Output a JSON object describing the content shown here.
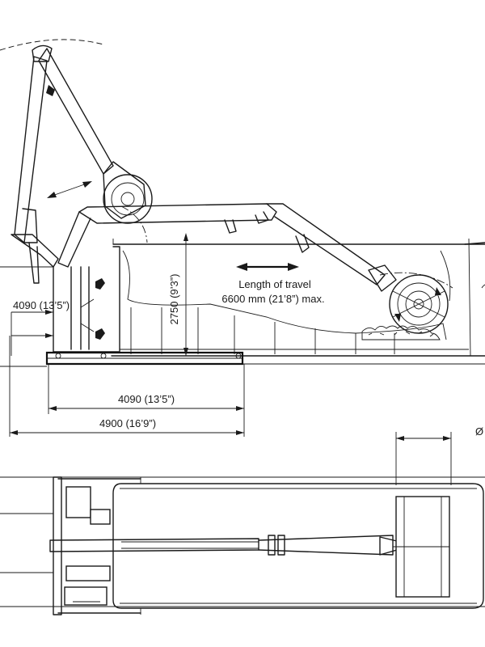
{
  "labels": {
    "travel_line1": "Length of travel",
    "travel_line2": "6600 mm (21’8”) max.",
    "height_2750": "2750 (9’3”)",
    "side_4090": "4090 (13’5”)",
    "base_4090": "4090 (13’5”)",
    "base_4900": "4900 (16’9”)",
    "diameter_symbol": "Ø"
  }
}
